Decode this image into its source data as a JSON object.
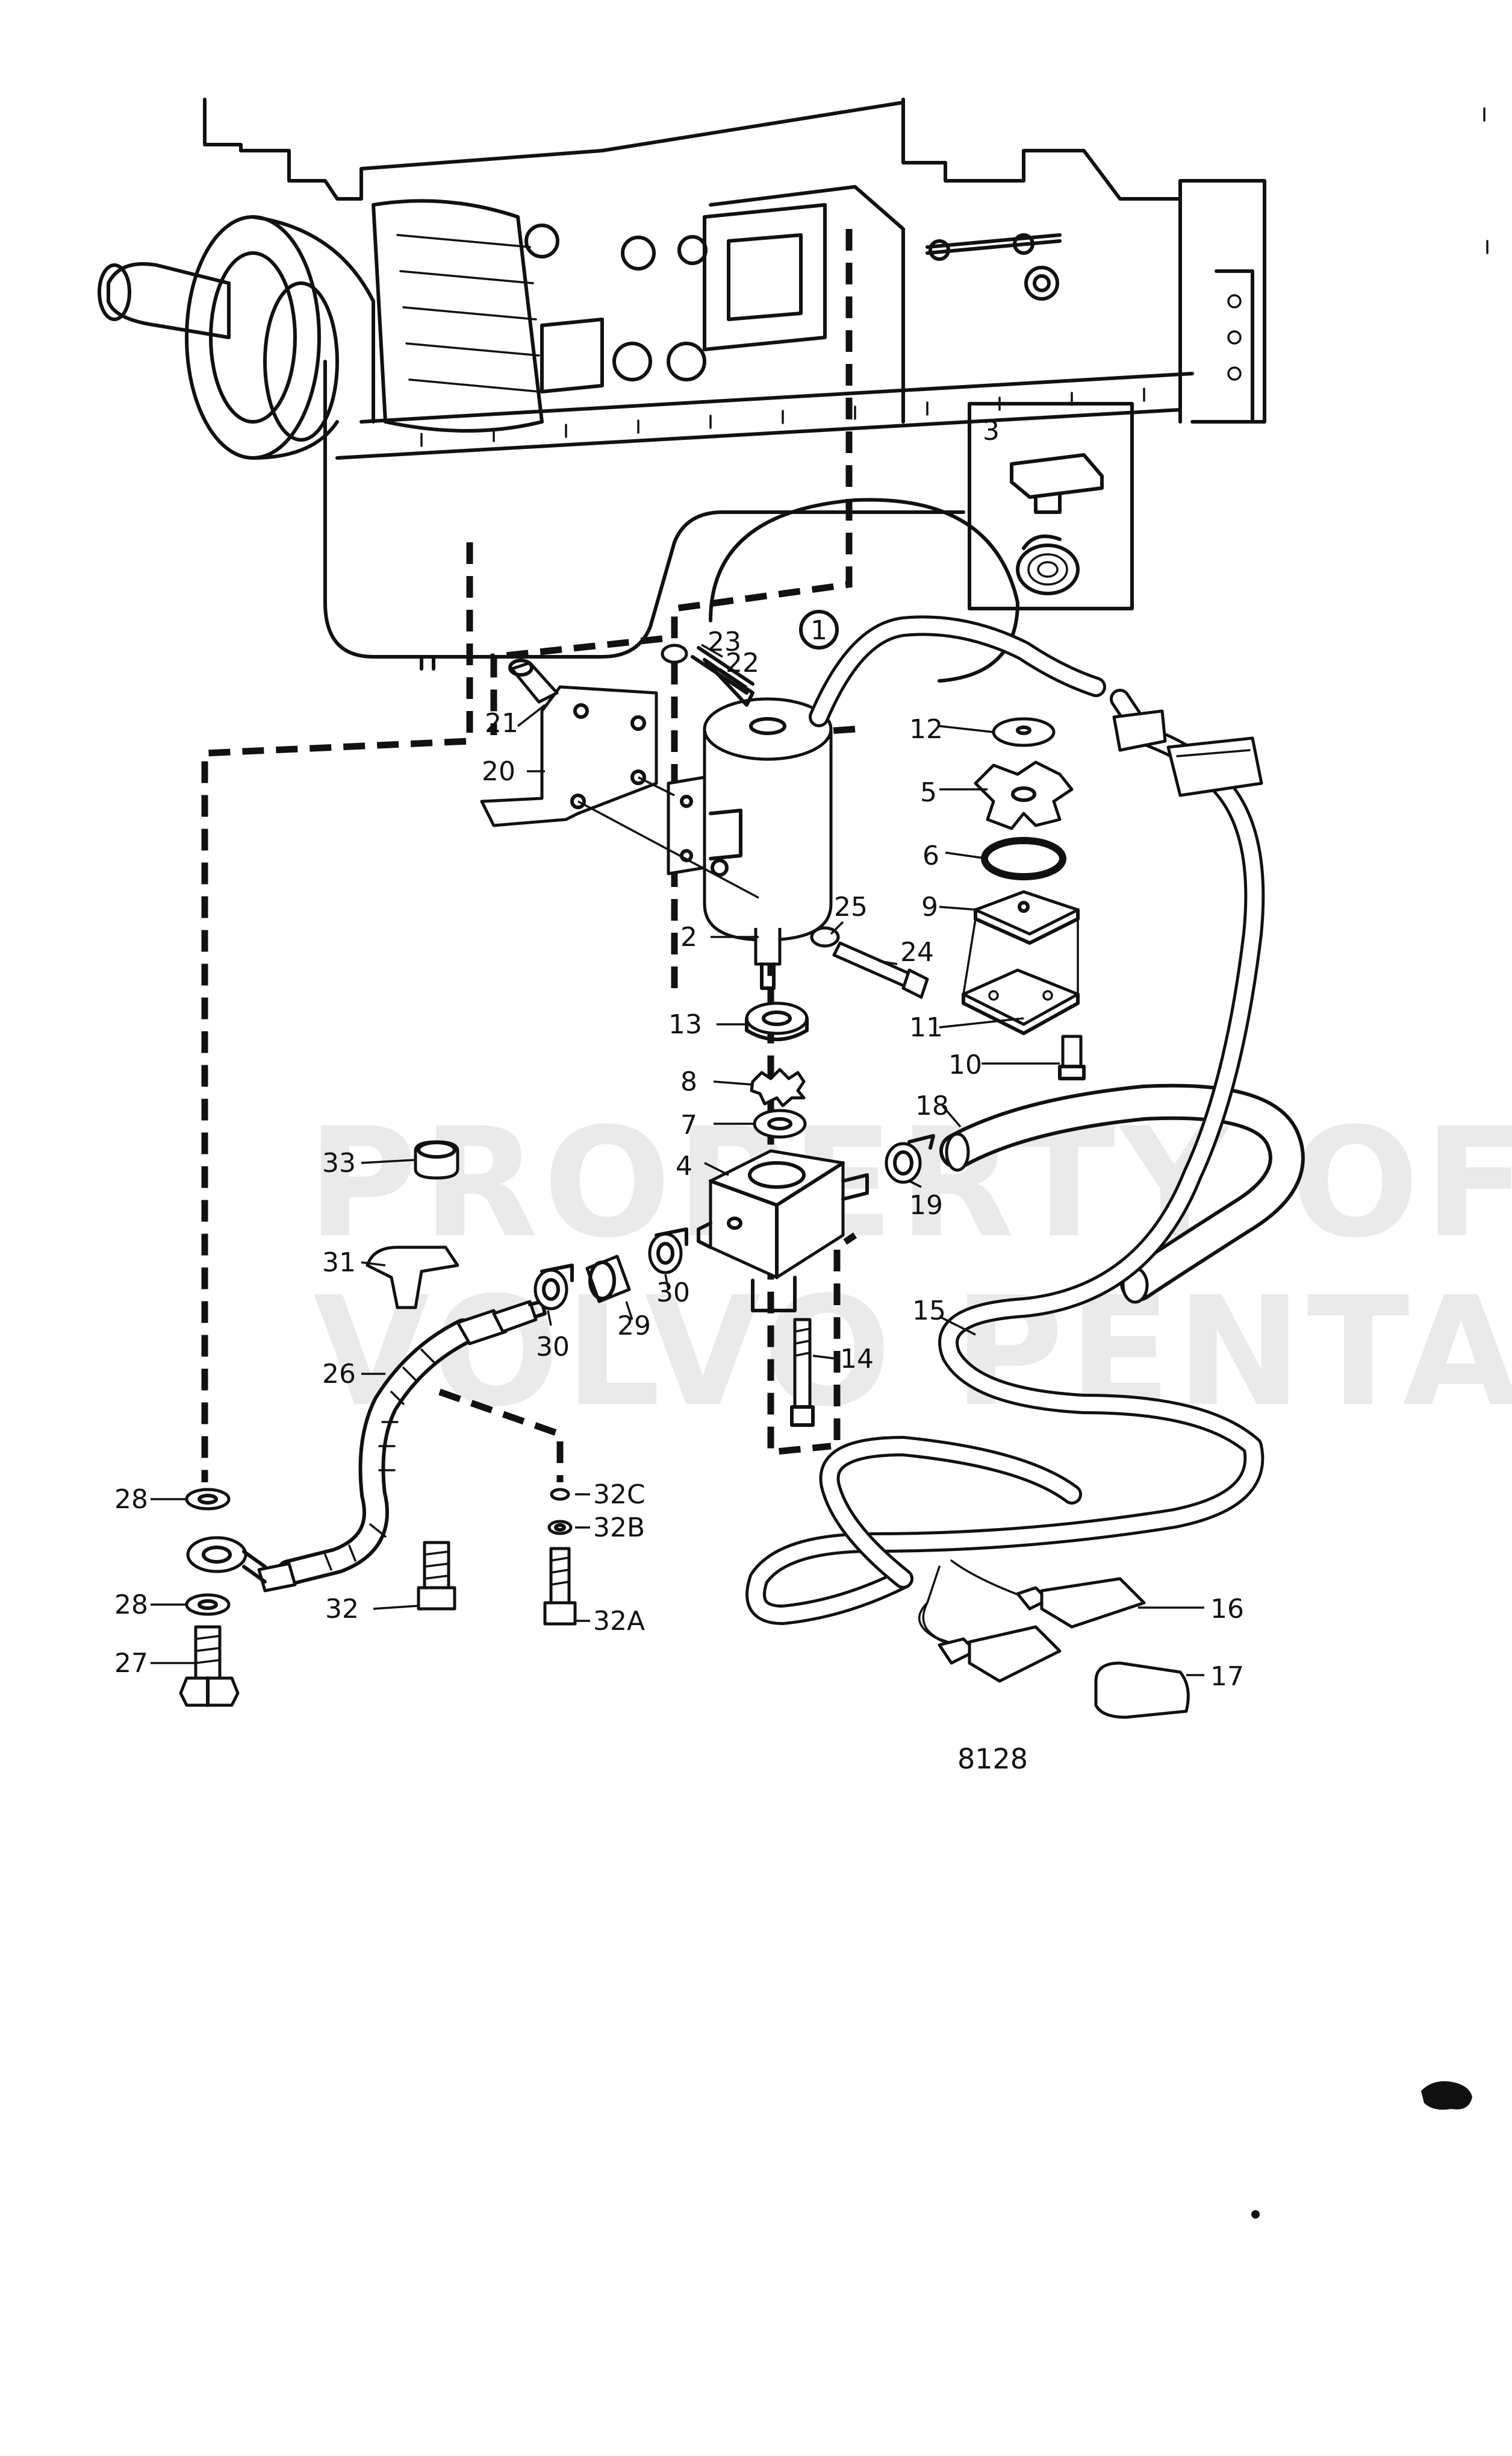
{
  "watermark": {
    "line1": "PROPERTY OF",
    "line2": "VOLVO PENTA"
  },
  "figure_number": "8128",
  "callout_circle": "1",
  "inset_label": "3",
  "part_labels": [
    "2",
    "4",
    "5",
    "6",
    "7",
    "8",
    "9",
    "10",
    "11",
    "12",
    "13",
    "14",
    "15",
    "16",
    "17",
    "18",
    "19",
    "20",
    "21",
    "22",
    "23",
    "24",
    "25",
    "26",
    "27",
    "28",
    "28",
    "29",
    "30",
    "30",
    "31",
    "32",
    "32A",
    "32B",
    "32C",
    "33"
  ]
}
